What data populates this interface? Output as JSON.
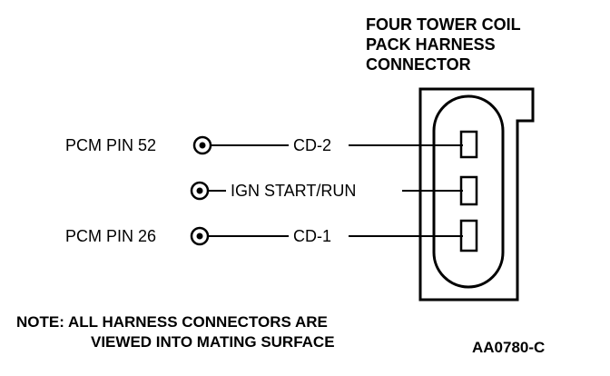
{
  "connector": {
    "title_lines": [
      "FOUR TOWER COIL",
      "PACK HARNESS",
      "CONNECTOR"
    ]
  },
  "wires": [
    {
      "pin_label": "PCM PIN 52",
      "circuit": "CD-2"
    },
    {
      "pin_label": "",
      "circuit": "IGN START/RUN"
    },
    {
      "pin_label": "PCM PIN 26",
      "circuit": "CD-1"
    }
  ],
  "note": {
    "lines": [
      "NOTE: ALL HARNESS CONNECTORS ARE",
      "VIEWED INTO MATING SURFACE"
    ]
  },
  "figure_code": "AA0780-C"
}
